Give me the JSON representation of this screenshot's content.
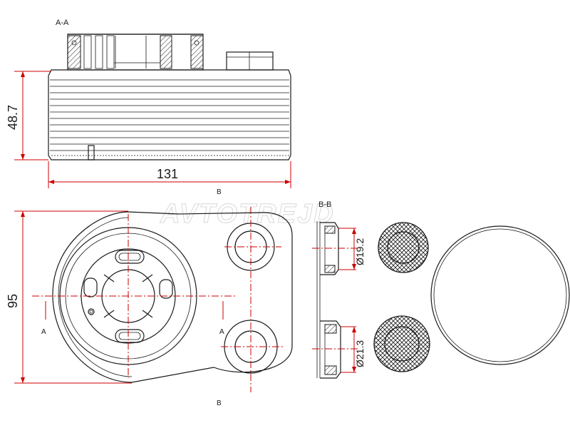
{
  "section_labels": {
    "aa": "A-A",
    "bb": "B-B",
    "b_top": "B",
    "b_bottom": "B",
    "a_left": "A",
    "a_right": "A"
  },
  "dimensions": {
    "height": "48.7",
    "length": "131",
    "width": "95",
    "dia_upper": "Ø19.2",
    "dia_lower": "Ø21.3"
  },
  "watermark": "AVTOTREJD",
  "colors": {
    "line": "#1a1a1a",
    "dimension": "#cc0000",
    "watermark": "#d8d8d8"
  }
}
